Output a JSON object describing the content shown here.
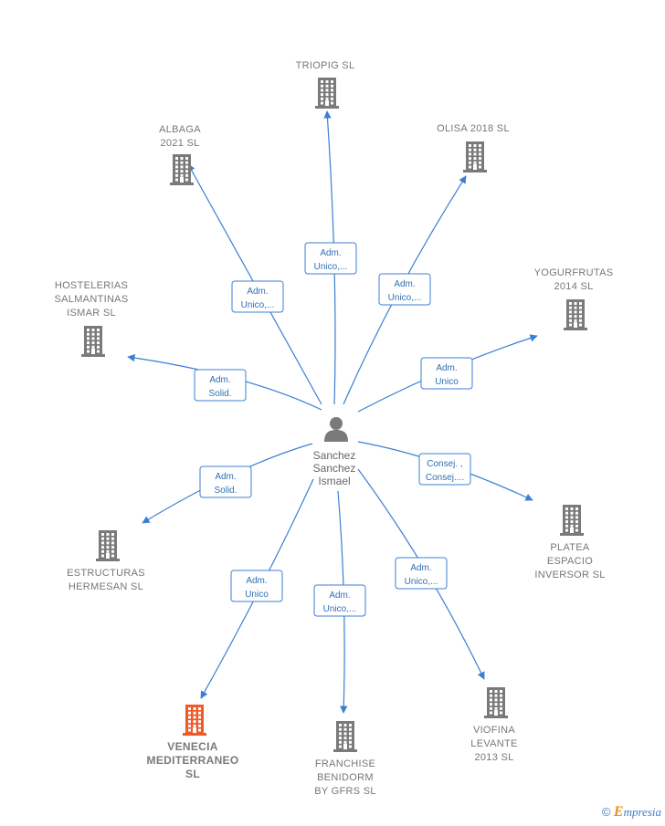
{
  "center": {
    "name_lines": [
      "Sanchez",
      "Sanchez",
      "Ismael"
    ],
    "icon": "person-icon"
  },
  "companies": [
    {
      "id": "triopig",
      "lines": [
        "TRIOPIG  SL"
      ],
      "highlight": false
    },
    {
      "id": "albaga",
      "lines": [
        "ALBAGA",
        "2021  SL"
      ],
      "highlight": false
    },
    {
      "id": "olisa",
      "lines": [
        "OLISA 2018  SL"
      ],
      "highlight": false
    },
    {
      "id": "yogurfrutas",
      "lines": [
        "YOGURFRUTAS",
        "2014  SL"
      ],
      "highlight": false
    },
    {
      "id": "hostelerias",
      "lines": [
        "HOSTELERIAS",
        "SALMANTINAS",
        "ISMAR  SL"
      ],
      "highlight": false
    },
    {
      "id": "platea",
      "lines": [
        "PLATEA",
        "ESPACIO",
        "INVERSOR  SL"
      ],
      "highlight": false
    },
    {
      "id": "estructuras",
      "lines": [
        "ESTRUCTURAS",
        "HERMESAN  SL"
      ],
      "highlight": false
    },
    {
      "id": "venecia",
      "lines": [
        "VENECIA",
        "MEDITERRANEO",
        "SL"
      ],
      "highlight": true
    },
    {
      "id": "franchise",
      "lines": [
        "FRANCHISE",
        "BENIDORM",
        "BY GFRS  SL"
      ],
      "highlight": false
    },
    {
      "id": "viofina",
      "lines": [
        "VIOFINA",
        "LEVANTE",
        "2013 SL"
      ],
      "highlight": false
    }
  ],
  "edges": [
    {
      "to": "triopig",
      "lines": [
        "Adm.",
        "Unico,..."
      ]
    },
    {
      "to": "albaga",
      "lines": [
        "Adm.",
        "Unico,..."
      ]
    },
    {
      "to": "olisa",
      "lines": [
        "Adm.",
        "Unico,..."
      ]
    },
    {
      "to": "yogurfrutas",
      "lines": [
        "Adm.",
        "Unico"
      ]
    },
    {
      "to": "hostelerias",
      "lines": [
        "Adm.",
        "Solid."
      ]
    },
    {
      "to": "platea",
      "lines": [
        "Consej. ,",
        "Consej...."
      ]
    },
    {
      "to": "estructuras",
      "lines": [
        "Adm.",
        "Solid."
      ]
    },
    {
      "to": "venecia",
      "lines": [
        "Adm.",
        "Unico"
      ]
    },
    {
      "to": "franchise",
      "lines": [
        "Adm.",
        "Unico,..."
      ]
    },
    {
      "to": "viofina",
      "lines": [
        "Adm.",
        "Unico,..."
      ]
    }
  ],
  "colors": {
    "edge": "#3b7fd4",
    "building": "#7a7a7a",
    "building_highlight": "#f05a28",
    "label_border": "#3b7fd4"
  },
  "footer": {
    "copyright": "©",
    "brand_first": "E",
    "brand_rest": "mpresia"
  }
}
